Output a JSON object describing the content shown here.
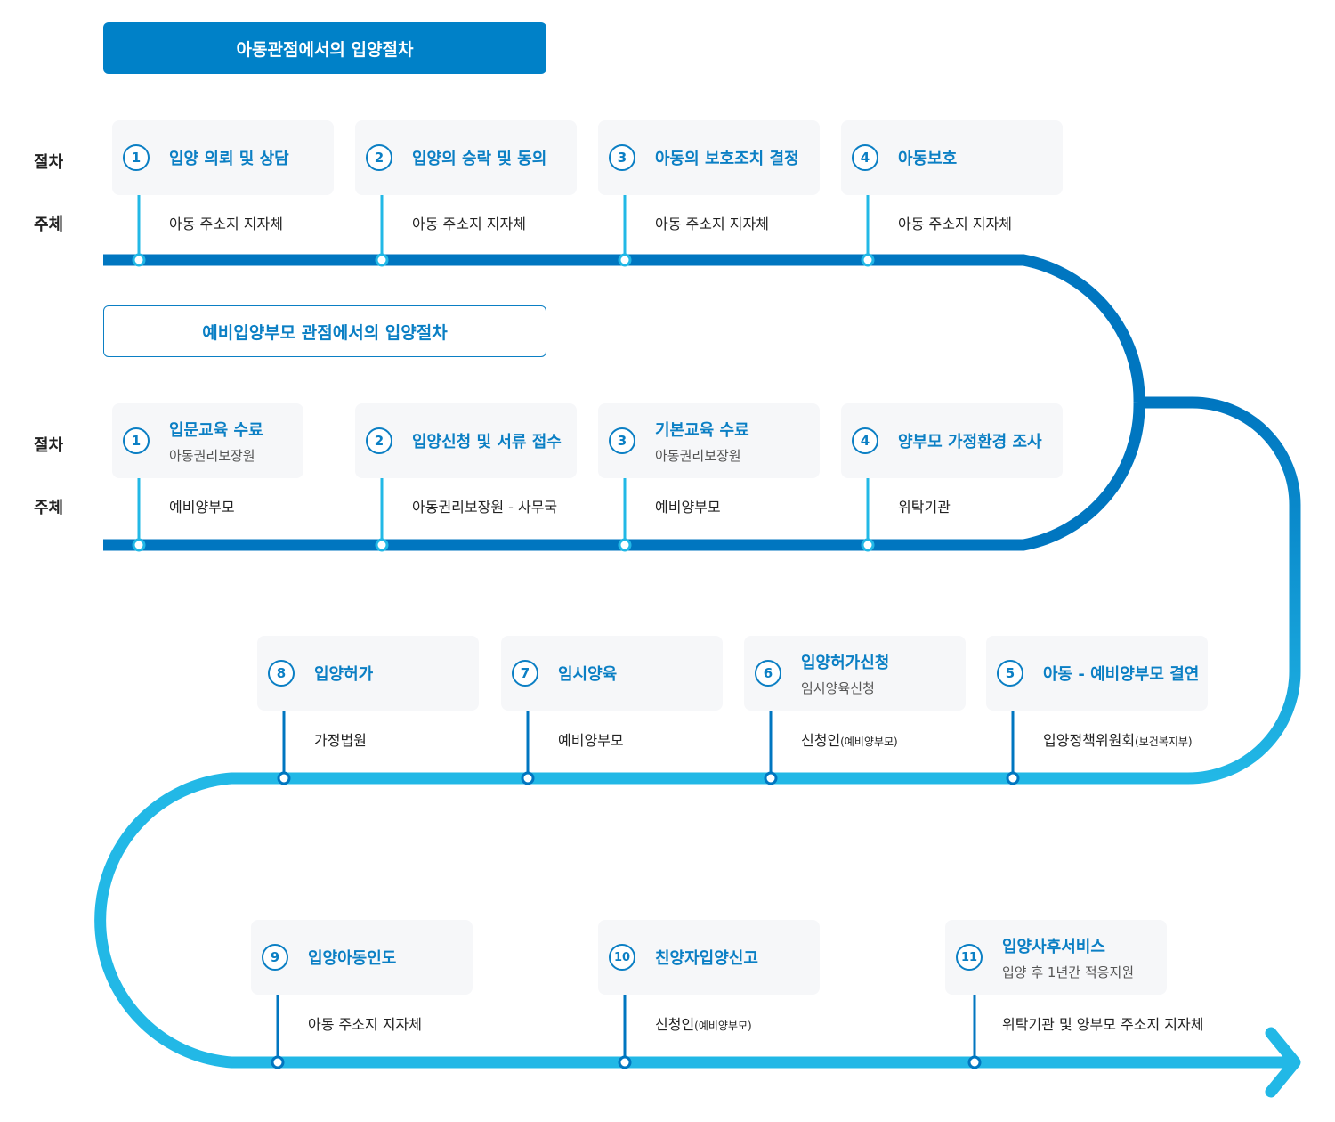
{
  "child_section": {
    "header": "아동관점에서의 입양절차",
    "labels": {
      "procedure": "절차",
      "actor": "주체"
    },
    "steps": [
      {
        "num": "1",
        "title": "입양 의뢰 및 상담",
        "actor": "아동 주소지 지자체"
      },
      {
        "num": "2",
        "title": "입양의 승락 및 동의",
        "actor": "아동 주소지 지자체"
      },
      {
        "num": "3",
        "title": "아동의 보호조치 결정",
        "actor": "아동 주소지 지자체"
      },
      {
        "num": "4",
        "title": "아동보호",
        "actor": "아동 주소지 지자체"
      }
    ]
  },
  "parent_section": {
    "header": "예비입양부모 관점에서의 입양절차",
    "labels": {
      "procedure": "절차",
      "actor": "주체"
    },
    "steps": [
      {
        "num": "1",
        "title": "입문교육 수료",
        "sub": "아동권리보장원",
        "actor": "예비양부모"
      },
      {
        "num": "2",
        "title": "입양신청 및 서류 접수",
        "actor": "아동권리보장원 - 사무국"
      },
      {
        "num": "3",
        "title": "기본교육 수료",
        "sub": "아동권리보장원",
        "actor": "예비양부모"
      },
      {
        "num": "4",
        "title": "양부모 가정환경 조사",
        "actor": "위탁기관"
      }
    ]
  },
  "merged_row1": [
    {
      "num": "8",
      "title": "입양허가",
      "actor": "가정법원"
    },
    {
      "num": "7",
      "title": "임시양육",
      "actor": "예비양부모"
    },
    {
      "num": "6",
      "title": "입양허가신청",
      "sub": "임시양육신청",
      "actor": "신청인",
      "actor_note": "(예비양부모)"
    },
    {
      "num": "5",
      "title": "아동 - 예비양부모 결연",
      "actor": "입양정책위원회",
      "actor_note": "(보건복지부)"
    }
  ],
  "merged_row2": [
    {
      "num": "9",
      "title": "입양아동인도",
      "actor": "아동 주소지 지자체"
    },
    {
      "num": "10",
      "title": "친양자입양신고",
      "actor": "신청인",
      "actor_note": "(예비양부모)"
    },
    {
      "num": "11",
      "title": "입양사후서비스",
      "sub": "입양 후 1년간 적응지원",
      "actor": "위탁기관 및 양부모 주소지 지자체"
    }
  ],
  "colors": {
    "dark_blue": "#0076c0",
    "light_blue": "#22b8e6",
    "text_blue": "#0b7fc4",
    "card_bg": "#f6f7f9"
  }
}
